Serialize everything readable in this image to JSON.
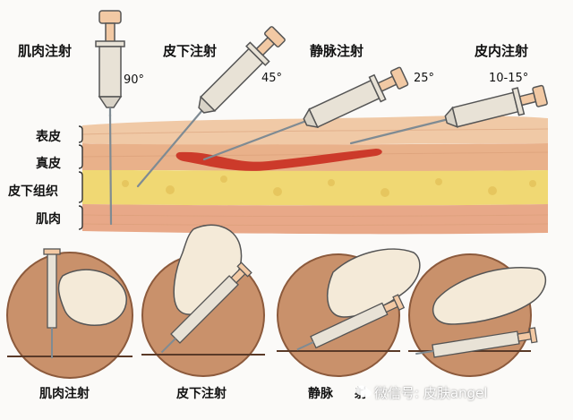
{
  "injections": [
    {
      "name": "肌肉注射",
      "angle": "90°"
    },
    {
      "name": "皮下注射",
      "angle": "45°"
    },
    {
      "name": "静脉注射",
      "angle": "25°"
    },
    {
      "name": "皮内注射",
      "angle": "10-15°"
    }
  ],
  "layers": [
    "表皮",
    "真皮",
    "皮下组织",
    "肌肉"
  ],
  "captions": [
    "肌肉注射",
    "皮下注射",
    "静脉",
    "射"
  ],
  "watermark": {
    "icon": "wechat-icon",
    "text": "微信号: 皮肤angel"
  },
  "colors": {
    "epidermis": "#f0c9a6",
    "dermis": "#e9b18a",
    "subcutaneous": "#f0d873",
    "muscle": "#e8a888",
    "vein": "#cc3a2a",
    "circle": "#c9916b",
    "syringe_barrel": "#e8e2d6",
    "syringe_plunger": "#f2c9a4"
  }
}
